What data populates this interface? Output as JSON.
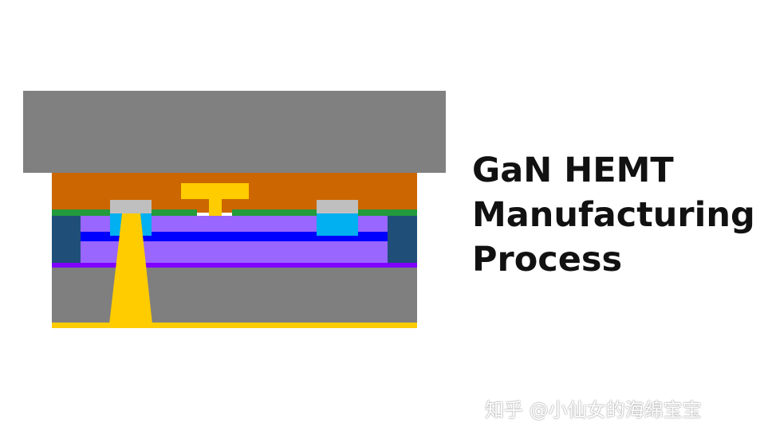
{
  "title": {
    "line1": "GaN HEMT",
    "line2": "Manufacturing",
    "line3": "Process"
  },
  "watermark": "知乎 @小仙女的海绵宝宝",
  "colors": {
    "carrier": "#808080",
    "passivation": "#cc6600",
    "gate_metal": "#ffcc00",
    "dielectric_liner": "#239a3b",
    "barrier": "#9966ff",
    "channel": "#0000ff",
    "isolation": "#1f4e79",
    "ohmic_contact": "#00b0f0",
    "contact_cap": "#bfbfbf",
    "nucleation": "#7f00ff",
    "substrate": "#7f7f7f",
    "backside_metal": "#ffcc00"
  }
}
